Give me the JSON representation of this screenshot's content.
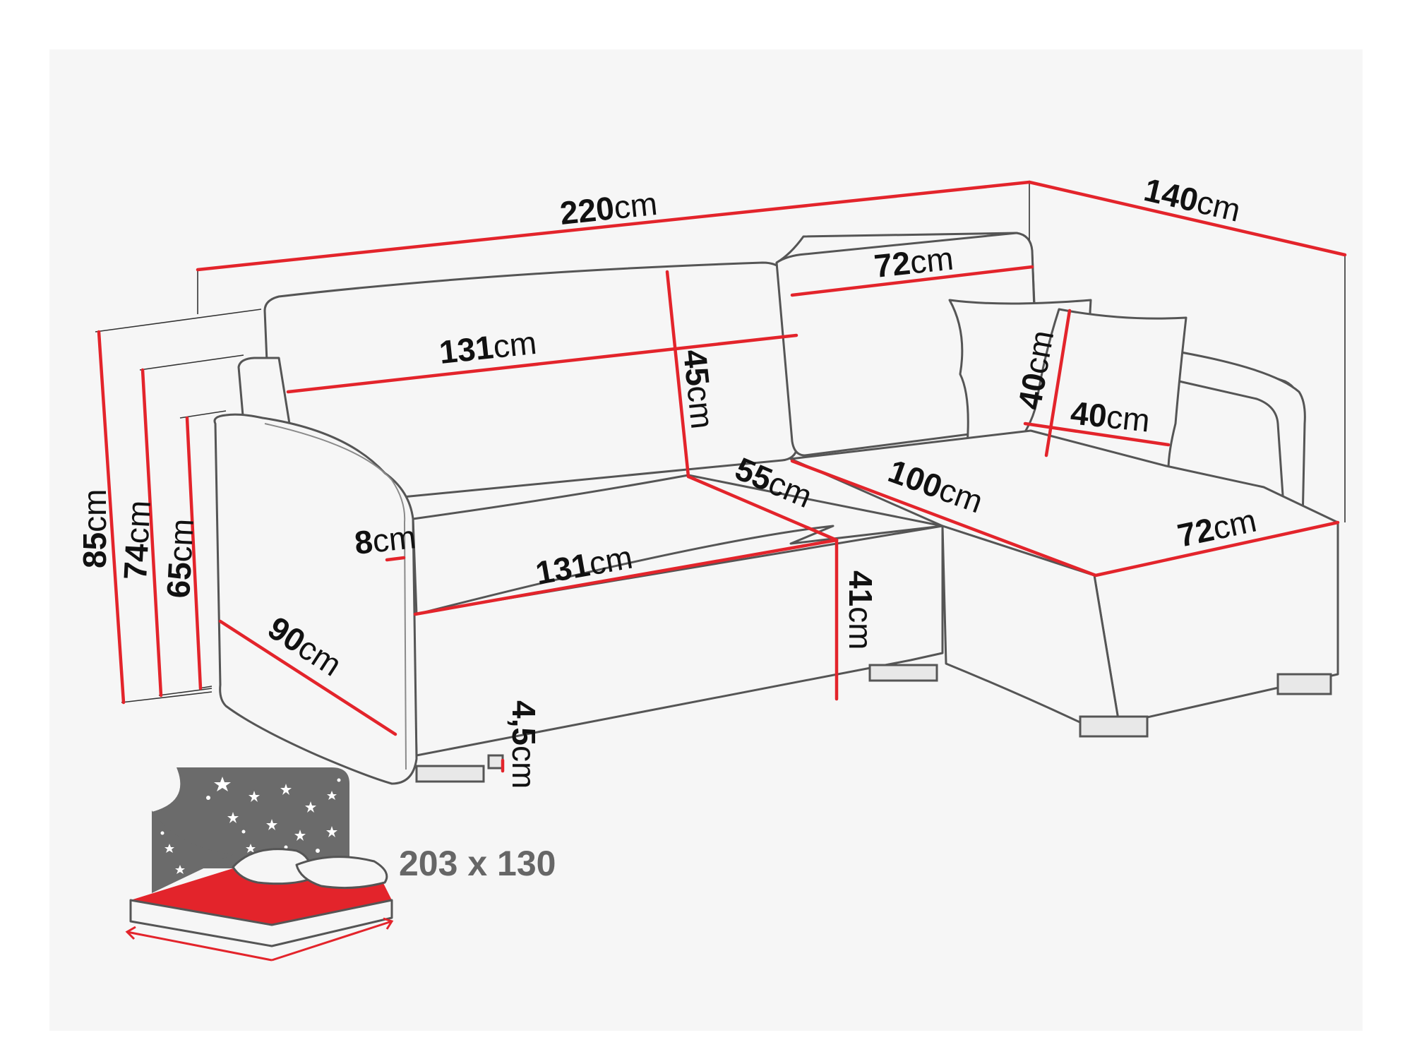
{
  "diagram": {
    "type": "corner sofa bed dimensions",
    "unit": "cm",
    "colors": {
      "dimension_line": "#e3242b",
      "outline": "#555555",
      "background_panel": "#f6f6f6",
      "bed_icon_label": "#666666"
    },
    "dimensions": {
      "total_width": {
        "value": "220",
        "unit": "cm"
      },
      "chaise_depth_total": {
        "value": "140",
        "unit": "cm"
      },
      "chaise_back_width": {
        "value": "72",
        "unit": "cm"
      },
      "backrest_width": {
        "value": "131",
        "unit": "cm"
      },
      "backrest_height": {
        "value": "45",
        "unit": "cm"
      },
      "pillow_height": {
        "value": "40",
        "unit": "cm"
      },
      "pillow_width": {
        "value": "40",
        "unit": "cm"
      },
      "seat_depth": {
        "value": "55",
        "unit": "cm"
      },
      "chaise_length": {
        "value": "100",
        "unit": "cm"
      },
      "chaise_front_width": {
        "value": "72",
        "unit": "cm"
      },
      "armrest_width": {
        "value": "8",
        "unit": "cm"
      },
      "seat_width": {
        "value": "131",
        "unit": "cm"
      },
      "seat_height": {
        "value": "41",
        "unit": "cm"
      },
      "total_height": {
        "value": "85",
        "unit": "cm"
      },
      "back_height": {
        "value": "74",
        "unit": "cm"
      },
      "armrest_height": {
        "value": "65",
        "unit": "cm"
      },
      "armrest_depth": {
        "value": "90",
        "unit": "cm"
      },
      "leg_height": {
        "value": "4,5",
        "unit": "cm"
      }
    },
    "sleeping_area": {
      "label": "203 x 130",
      "icon": "bed-with-night-sky-icon"
    }
  }
}
